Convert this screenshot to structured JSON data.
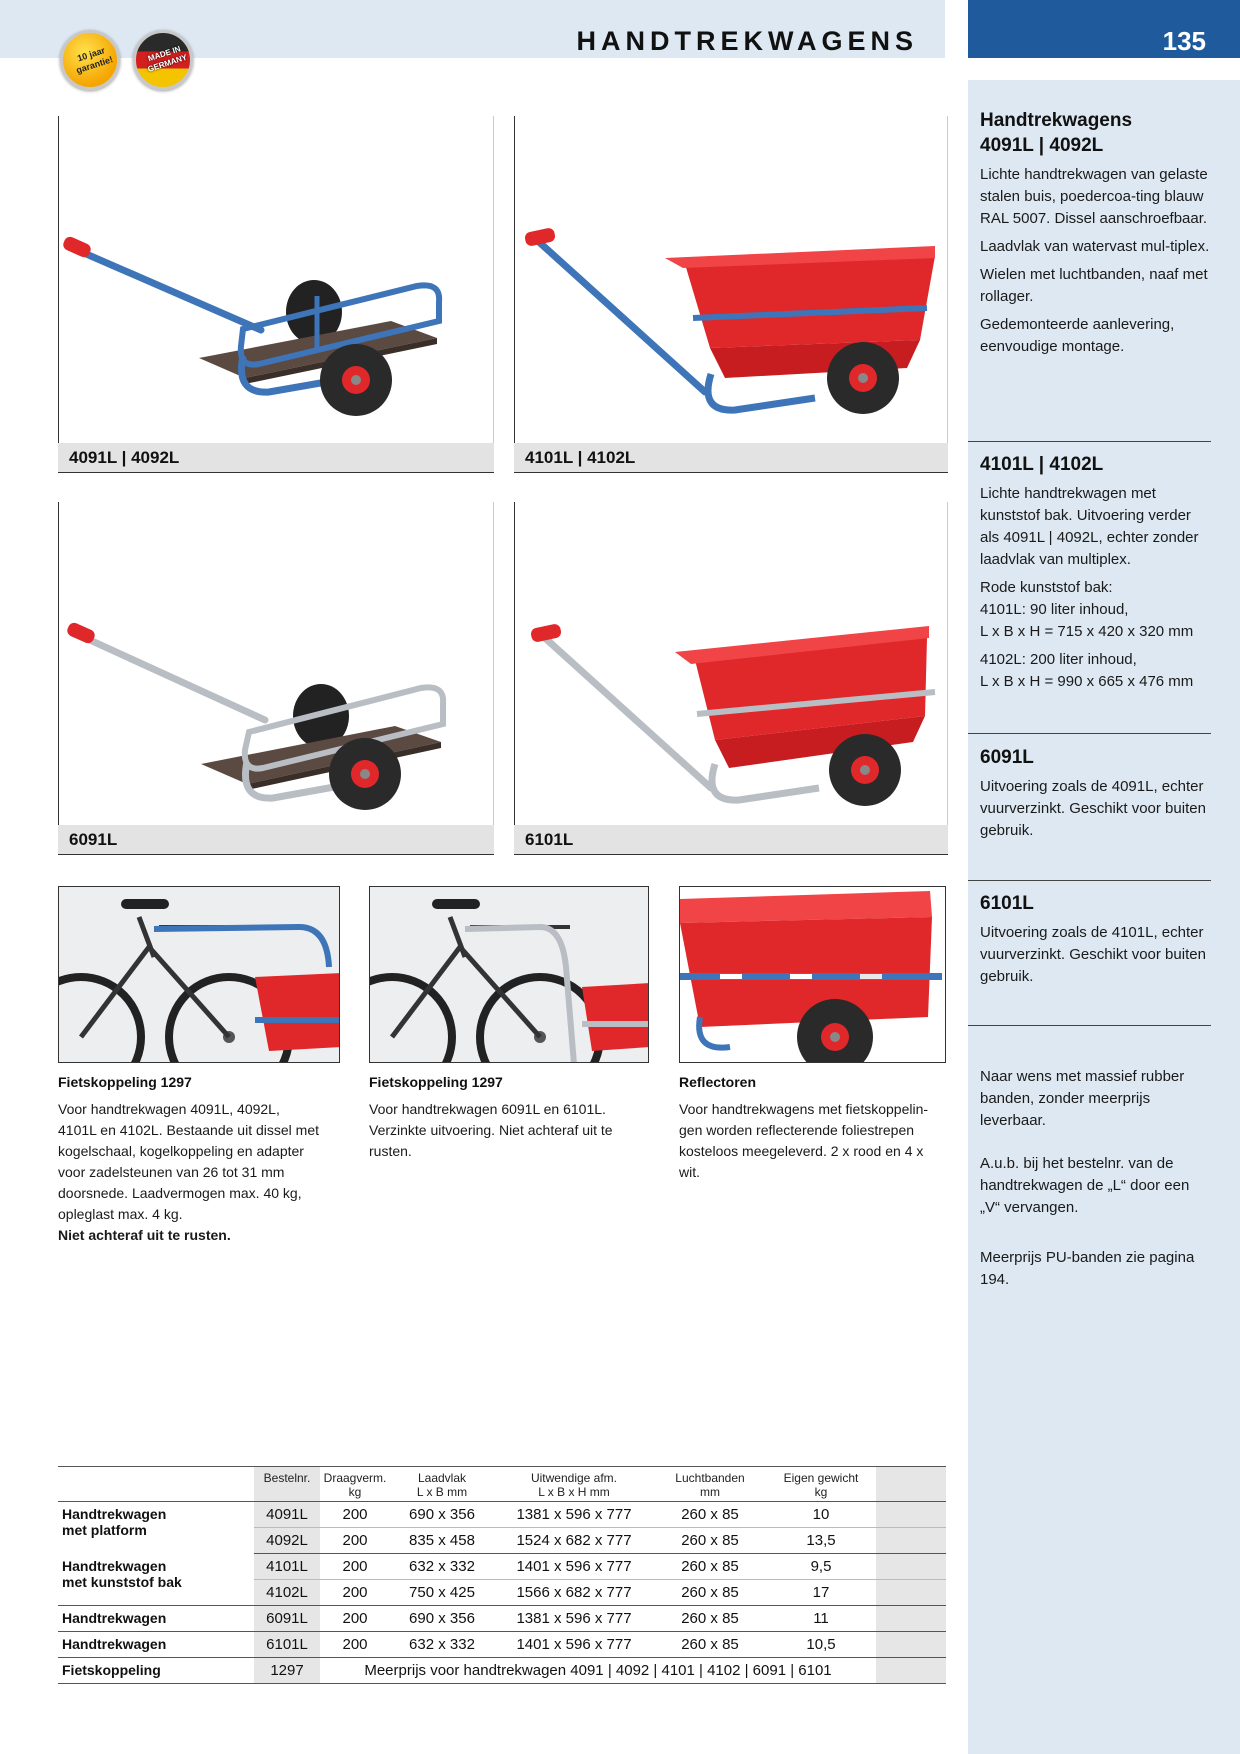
{
  "header": {
    "title": "HANDTREKWAGENS",
    "page_number": "135"
  },
  "badges": {
    "warranty": "10 jaar garantie!",
    "made_in": "MADE IN GERMANY"
  },
  "products": [
    {
      "caption": "4091L | 4092L"
    },
    {
      "caption": "4101L | 4102L"
    },
    {
      "caption": "6091L"
    },
    {
      "caption": "6101L"
    }
  ],
  "accessories": [
    {
      "title": "Fietskoppeling 1297",
      "lines": [
        "Voor handtrekwagen 4091L, 4092L,",
        "4101L en 4102L. Bestaande uit dissel met",
        "kogelschaal, kogelkoppeling en adapter",
        "voor zadelsteunen van 26 tot 31 mm",
        "doorsnede. Laadvermogen max. 40 kg,",
        "opleglast max. 4 kg."
      ],
      "strong": "Niet achteraf uit te rusten."
    },
    {
      "title": "Fietskoppeling 1297",
      "lines": [
        "Voor handtrekwagen 6091L en 6101L.",
        "Verzinkte uitvoering. Niet achteraf uit te",
        "rusten."
      ]
    },
    {
      "title": "Reflectoren",
      "lines": [
        "Voor handtrekwagens met fietskoppelin-",
        "gen worden reflecterende foliestrepen",
        "kosteloos meegeleverd. 2 x rood en 4 x",
        "wit."
      ]
    }
  ],
  "sidebar": {
    "block1": {
      "heading_line1": "Handtrekwagens",
      "heading_line2": "4091L | 4092L",
      "paras": [
        "Lichte handtrekwagen van gelaste stalen buis, poedercoa-ting blauw RAL 5007. Dissel aanschroefbaar.",
        "Laadvlak van watervast mul-tiplex.",
        "Wielen met luchtbanden, naaf met rollager.",
        "Gedemonteerde aanlevering, eenvoudige montage."
      ]
    },
    "block2": {
      "heading": "4101L | 4102L",
      "paras": [
        "Lichte handtrekwagen met kunststof bak. Uitvoering verder als 4091L | 4092L, echter zonder laadvlak van multiplex.",
        "Rode kunststof bak:",
        "4101L: 90 liter inhoud,",
        "L x B x H = 715 x 420 x 320 mm",
        "4102L: 200 liter inhoud,",
        "L x B x H = 990 x 665 x 476 mm"
      ]
    },
    "block3": {
      "heading": "6091L",
      "paras": [
        "Uitvoering zoals de 4091L, echter vuurverzinkt. Geschikt voor buiten gebruik."
      ]
    },
    "block4": {
      "heading": "6101L",
      "paras": [
        "Uitvoering zoals de 4101L, echter vuurverzinkt. Geschikt voor buiten gebruik."
      ]
    },
    "notes": [
      "Naar wens met massief rubber banden, zonder meerprijs leverbaar.",
      "A.u.b. bij het bestelnr. van de handtrekwagen de „L“ door een „V“ vervangen.",
      "Meerprijs PU-banden zie pagina 194."
    ]
  },
  "table": {
    "headers": [
      {
        "l1": "Bestelnr.",
        "l2": ""
      },
      {
        "l1": "Draagverm.",
        "l2": "kg"
      },
      {
        "l1": "Laadvlak",
        "l2": "L x B mm"
      },
      {
        "l1": "Uitwendige afm.",
        "l2": "L x B x H mm"
      },
      {
        "l1": "Luchtbanden",
        "l2": "mm"
      },
      {
        "l1": "Eigen gewicht",
        "l2": "kg"
      }
    ],
    "groups": [
      {
        "label_l1": "Handtrekwagen",
        "label_l2": "met platform",
        "rows": [
          [
            "4091L",
            "200",
            "690 x 356",
            "1381 x 596 x 777",
            "260 x 85",
            "10"
          ],
          [
            "4092L",
            "200",
            "835 x 458",
            "1524 x 682 x 777",
            "260 x 85",
            "13,5"
          ]
        ]
      },
      {
        "label_l1": "Handtrekwagen",
        "label_l2": "met kunststof bak",
        "rows": [
          [
            "4101L",
            "200",
            "632 x 332",
            "1401 x 596 x 777",
            "260 x 85",
            "9,5"
          ],
          [
            "4102L",
            "200",
            "750 x 425",
            "1566 x 682 x 777",
            "260 x 85",
            "17"
          ]
        ]
      },
      {
        "label_l1": "Handtrekwagen",
        "label_l2": "",
        "rows": [
          [
            "6091L",
            "200",
            "690 x 356",
            "1381 x 596 x 777",
            "260 x 85",
            "11"
          ]
        ]
      },
      {
        "label_l1": "Handtrekwagen",
        "label_l2": "",
        "rows": [
          [
            "6101L",
            "200",
            "632 x 332",
            "1401 x 596 x 777",
            "260 x 85",
            "10,5"
          ]
        ]
      }
    ],
    "coupling_row": {
      "label": "Fietskoppeling",
      "order_no": "1297",
      "note": "Meerprijs voor handtrekwagen 4091 | 4092 | 4101 | 4102 | 6091 | 6101"
    }
  },
  "colors": {
    "accent_blue": "#1e5a9c",
    "sidebar_bg": "#dde8f2",
    "frame_blue": "#3e74b8",
    "bin_red": "#e0282a",
    "galvanized": "#b9bec4"
  }
}
